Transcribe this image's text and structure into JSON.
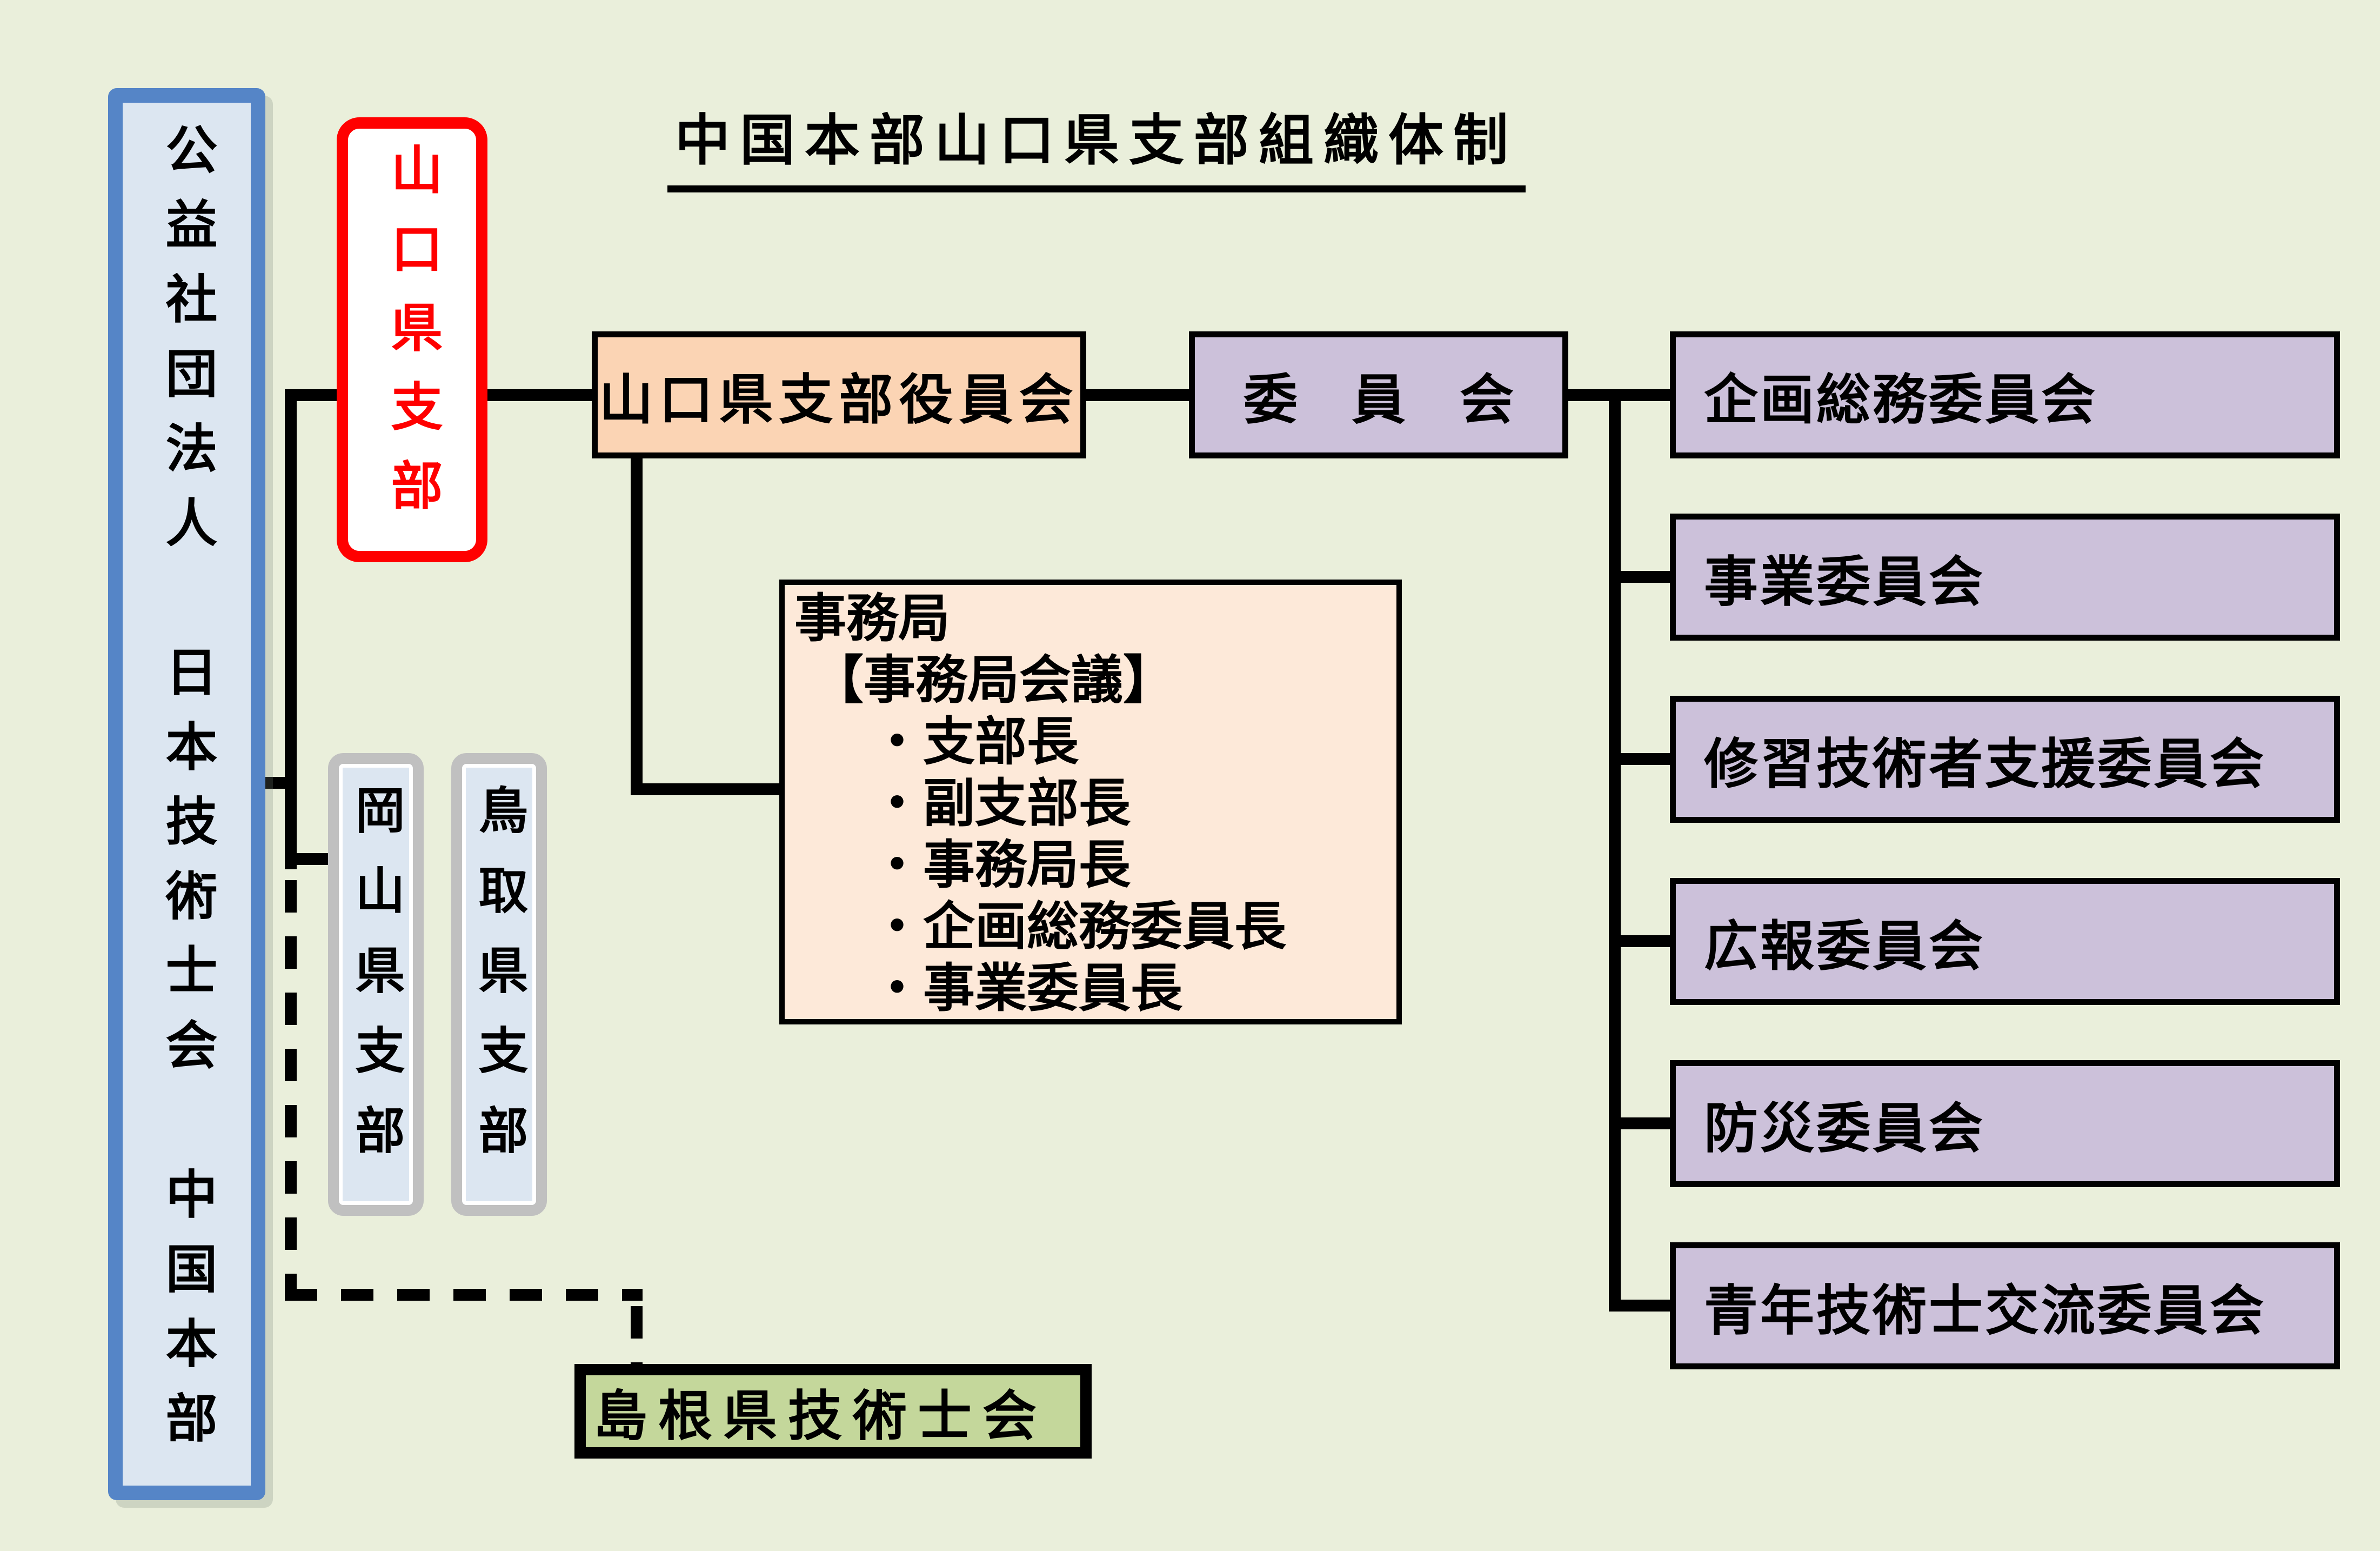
{
  "title": "中国本部山口県支部組織体制",
  "org": {
    "headquarters": "公益社団法人　日本技術士会　中国本部",
    "yamaguchi_branch": "山口県支部",
    "okayama_branch": "岡山県支部",
    "tottori_branch": "鳥取県支部",
    "shimane_society": "島根県技術士会",
    "branch_council": "山口県支部役員会",
    "committee_header": "委　員　会"
  },
  "secretariat": {
    "title": "事務局",
    "meeting_label": "【事務局会議】",
    "items": [
      "・支部長",
      "・副支部長",
      "・事務局長",
      "・企画総務委員長",
      "・事業委員長"
    ]
  },
  "committees": [
    "企画総務委員会",
    "事業委員会",
    "修習技術者支援委員会",
    "広報委員会",
    "防災委員会",
    "青年技術士交流委員会"
  ],
  "colors": {
    "background": "#eaefdb",
    "hq_border_blue": "#5585c7",
    "light_blue_fill": "#dce6f1",
    "yamaguchi_red": "#ff0000",
    "council_peach": "#fbd4b4",
    "secretariat_peach": "#fde9d9",
    "committee_purple": "#ccc1da",
    "gray_border": "#c0c0c0",
    "shimane_green": "#c4d79b",
    "line_black": "#000000"
  }
}
